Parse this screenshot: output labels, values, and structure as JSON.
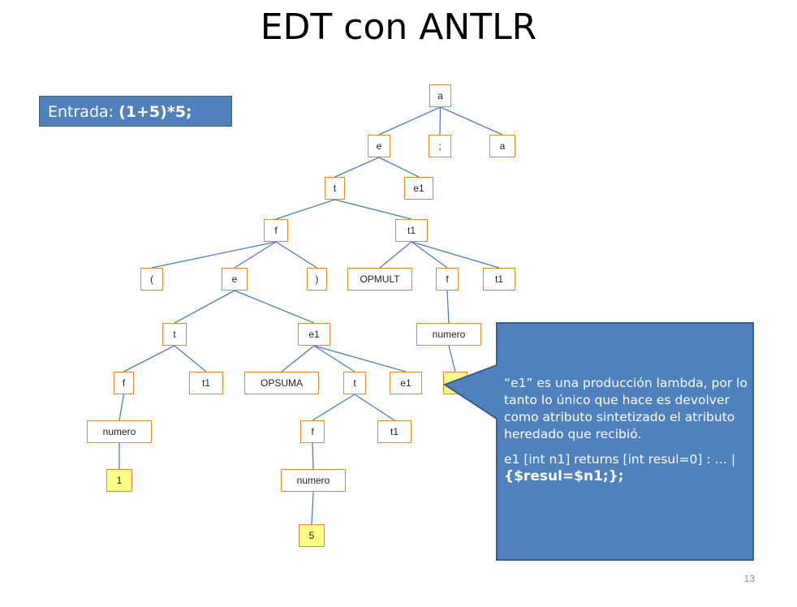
{
  "slide": {
    "title": "EDT con ANTLR",
    "input_label": "Entrada:",
    "input_value": "(1+5)*5;",
    "page_number": "13"
  },
  "tree": {
    "nodes": [
      {
        "id": "a_root",
        "label": "a"
      },
      {
        "id": "e_top",
        "label": "e"
      },
      {
        "id": "semicolon",
        "label": ";"
      },
      {
        "id": "a_right",
        "label": "a"
      },
      {
        "id": "t_top",
        "label": "t"
      },
      {
        "id": "e1_top",
        "label": "e1"
      },
      {
        "id": "f_top",
        "label": "f"
      },
      {
        "id": "t1_top",
        "label": "t1"
      },
      {
        "id": "lparen",
        "label": "("
      },
      {
        "id": "e_inner",
        "label": "e"
      },
      {
        "id": "rparen",
        "label": ")"
      },
      {
        "id": "opmult",
        "label": "OPMULT"
      },
      {
        "id": "f_mult",
        "label": "f"
      },
      {
        "id": "t1_mult",
        "label": "t1"
      },
      {
        "id": "t_inner",
        "label": "t"
      },
      {
        "id": "e1_inner",
        "label": "e1"
      },
      {
        "id": "numero_mult",
        "label": "numero"
      },
      {
        "id": "f_inner",
        "label": "f"
      },
      {
        "id": "t1_inner",
        "label": "t1"
      },
      {
        "id": "opsuma",
        "label": "OPSUMA"
      },
      {
        "id": "t_sum",
        "label": "t"
      },
      {
        "id": "e1_sum",
        "label": "e1"
      },
      {
        "id": "numero_1",
        "label": "numero"
      },
      {
        "id": "f_sum",
        "label": "f"
      },
      {
        "id": "t1_sum",
        "label": "t1"
      },
      {
        "id": "leaf_1",
        "label": "1"
      },
      {
        "id": "numero_5",
        "label": "numero"
      },
      {
        "id": "leaf_5",
        "label": "5"
      }
    ]
  },
  "callout": {
    "text": "“e1” es una producción lambda, por lo tanto lo único que hace es devolver como atributo sintetizado el atributo heredado que recibió.",
    "code_plain": "e1 [int n1] returns [int resul=0] : … |",
    "code_bold": "{$resul=$n1;};"
  }
}
